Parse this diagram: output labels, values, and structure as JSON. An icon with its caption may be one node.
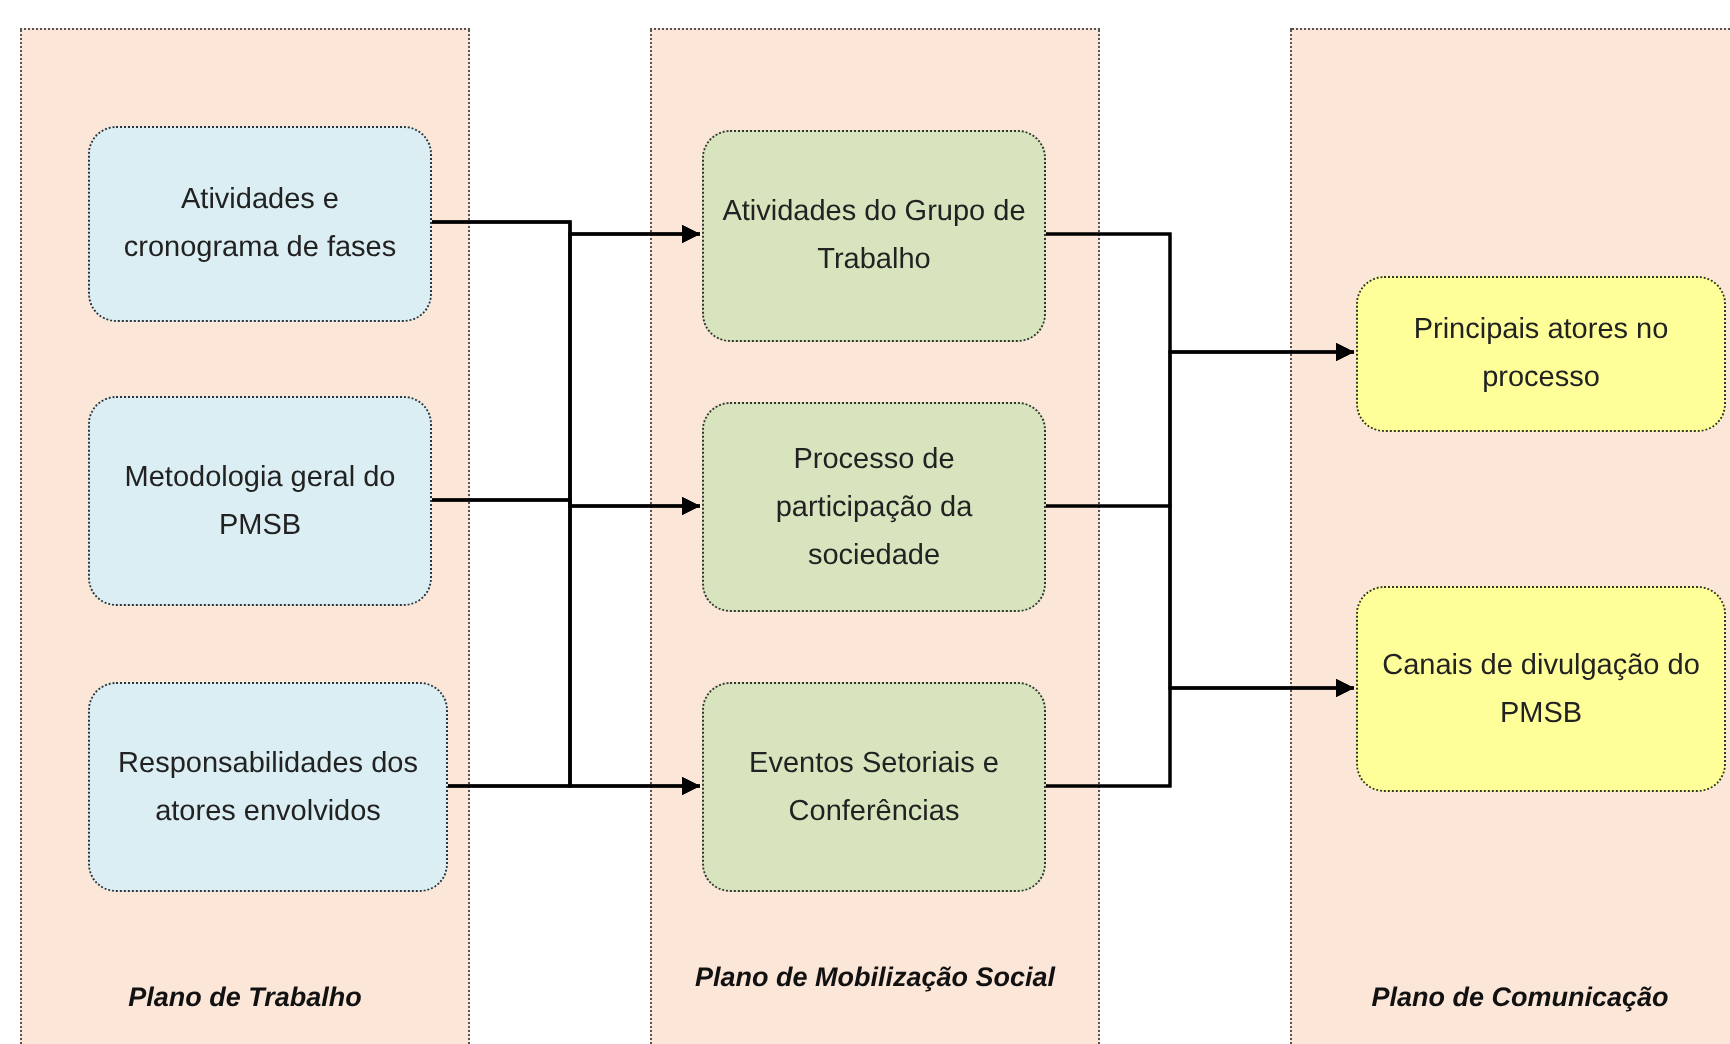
{
  "diagram": {
    "nodes": [
      {
        "text": [
          "Plano de Trabalho"
        ]
      },
      {
        "text": [
          "Atividades e cronograma de fases"
        ],
        "in": 0
      },
      {
        "text": [
          "Metodologia geral do PMSB"
        ],
        "in": 0
      },
      {
        "text": [
          "Responsabilidades dos atores envolvidos"
        ],
        "in": 0
      },
      {
        "text": [
          "Plano de Mobilização Social"
        ]
      },
      {
        "text": [
          "Atividades do Grupo de Trabalho"
        ],
        "in": 4
      },
      {
        "text": [
          "Processo de participação da sociedade"
        ],
        "in": 4
      },
      {
        "text": [
          "Eventos Setoriais e Conferências"
        ],
        "in": 4
      },
      {
        "text": [
          "Plano de Comunicação"
        ]
      },
      {
        "text": [
          "Principais atores no processo"
        ],
        "in": 8
      },
      {
        "text": [
          "Canais de divulgação do PMSB"
        ],
        "in": 8
      }
    ],
    "edges": [
      {
        "from": 1,
        "to": 5,
        "arrow": "to"
      },
      {
        "from": 1,
        "to": 6,
        "arrow": "to"
      },
      {
        "from": 1,
        "to": 7,
        "arrow": "to"
      },
      {
        "from": 2,
        "to": 5,
        "arrow": "to"
      },
      {
        "from": 2,
        "to": 6,
        "arrow": "to"
      },
      {
        "from": 2,
        "to": 7,
        "arrow": "to"
      },
      {
        "from": 3,
        "to": 5,
        "arrow": "to"
      },
      {
        "from": 3,
        "to": 6,
        "arrow": "to"
      },
      {
        "from": 3,
        "to": 7,
        "arrow": "to"
      },
      {
        "from": 5,
        "to": 9,
        "arrow": "to"
      },
      {
        "from": 5,
        "to": 10,
        "arrow": "to"
      },
      {
        "from": 6,
        "to": 9,
        "arrow": "to"
      },
      {
        "from": 6,
        "to": 10,
        "arrow": "to"
      },
      {
        "from": 7,
        "to": 9,
        "arrow": "to"
      },
      {
        "from": 7,
        "to": 10,
        "arrow": "to"
      }
    ]
  }
}
